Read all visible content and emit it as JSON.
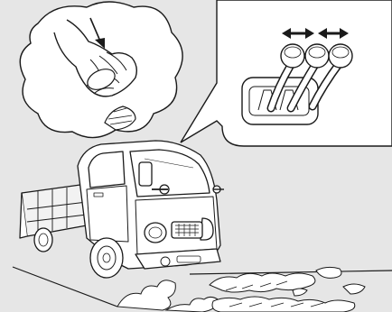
{
  "illustration": {
    "subject": "",
    "icons": [
      "hand-gesture-bubble",
      "gear-shift-pattern",
      "double-arrow-icon",
      "truck",
      "wheel-tracks"
    ]
  },
  "colors": {
    "background": "#e6e6e6",
    "panel": "#ffffff",
    "stroke": "#1a1a1a"
  }
}
